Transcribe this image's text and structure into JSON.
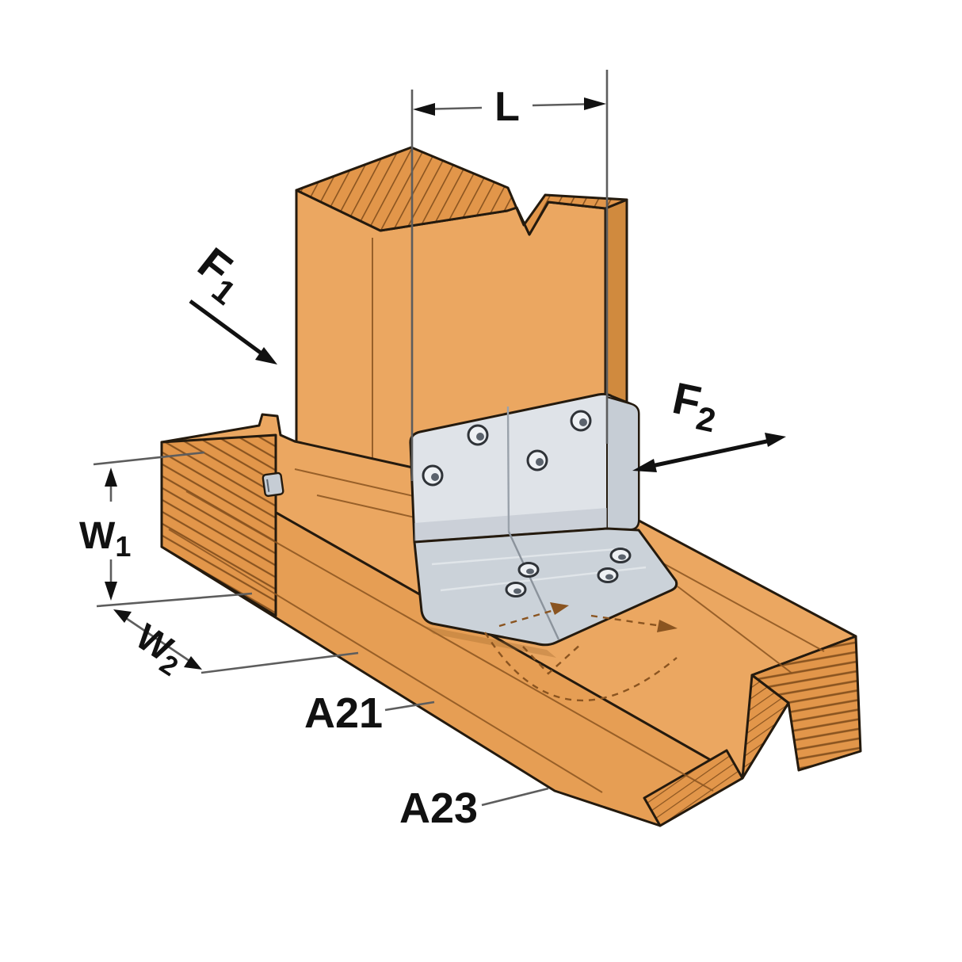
{
  "labels": {
    "length": "L",
    "force_1": {
      "base": "F",
      "sub": "1"
    },
    "force_2": {
      "base": "F",
      "sub": "2"
    },
    "width_1": {
      "base": "W",
      "sub": "1"
    },
    "width_2": {
      "base": "W",
      "sub": "2"
    },
    "model_1": "A21",
    "model_2": "A23"
  },
  "colors": {
    "background": "#ffffff",
    "wood": "#ebа761",
    "wood_top": "#eba761",
    "wood_front": "#e69e54",
    "wood_side": "#d08a3e",
    "wood_end": "#e2964a",
    "grain": "#8a5420",
    "outline": "#241a0e",
    "metal": "#dfe3e8",
    "metal_strip": "#c6cdd5",
    "metal_flange": "#cbd2d9",
    "metal_hole": "#eef1f4",
    "metal_hole_dark": "#5b636d",
    "annotation": "#5d5d5d",
    "label": "#111111"
  }
}
